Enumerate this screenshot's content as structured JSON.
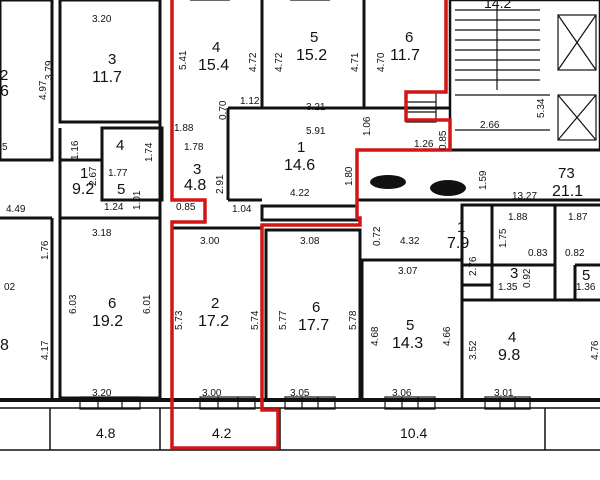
{
  "rooms": [
    {
      "num": "3",
      "area": "11.7"
    },
    {
      "num": "4",
      "area": "15.4"
    },
    {
      "num": "5",
      "area": "15.2"
    },
    {
      "num": "6",
      "area": "11.7"
    },
    {
      "num": "1",
      "area": "14.6"
    },
    {
      "num": "3",
      "area": "4.8"
    },
    {
      "num": "4",
      "area": ""
    },
    {
      "num": "1",
      "area": "9.2"
    },
    {
      "num": "5",
      "area": ""
    },
    {
      "num": "6",
      "area": "19.2"
    },
    {
      "num": "2",
      "area": "17.2"
    },
    {
      "num": "6",
      "area": "17.7"
    },
    {
      "num": "5",
      "area": "14.3"
    },
    {
      "num": "1",
      "area": "7.9"
    },
    {
      "num": "4",
      "area": "9.8"
    },
    {
      "num": "73",
      "area": "21.1"
    },
    {
      "num": "3",
      "area": ""
    },
    {
      "num": "5",
      "area": ""
    },
    {
      "num": "2",
      "area": "6"
    },
    {
      "num": "",
      "area": "8"
    }
  ],
  "dims": [
    "3.20",
    "4.97",
    "3.79",
    "5.41",
    "4.72",
    "4.72",
    "4.71",
    "4.70",
    "14.2",
    "2.66",
    "5.34",
    "1.12",
    "0.70",
    "3.21",
    "5.91",
    "1.06",
    "1.26",
    "0.85",
    "1.88",
    "1.78",
    "2.91",
    "1.16",
    "2.67",
    "1.74",
    "1.77",
    "1.24",
    "1.01",
    "4.49",
    "1.80",
    "4.22",
    "1.59",
    "13.27",
    "0.85",
    "1.04",
    "3.00",
    "3.18",
    "1.76",
    "3.08",
    "0.72",
    "4.32",
    "1.88",
    "1.87",
    "1.75",
    "0.83",
    "0.82",
    "2.76",
    "3.07",
    "0.92",
    "1.35",
    "1.36",
    "6.03",
    "6.01",
    "5.73",
    "5.74",
    "5.77",
    "5.78",
    "4.68",
    "4.66",
    "3.52",
    "4.76",
    "4.17",
    "3.20",
    "3.00",
    "3.05",
    "3.06",
    "3.01",
    "02",
    "5"
  ],
  "balconies": [
    "4.8",
    "4.2",
    "10.4"
  ]
}
